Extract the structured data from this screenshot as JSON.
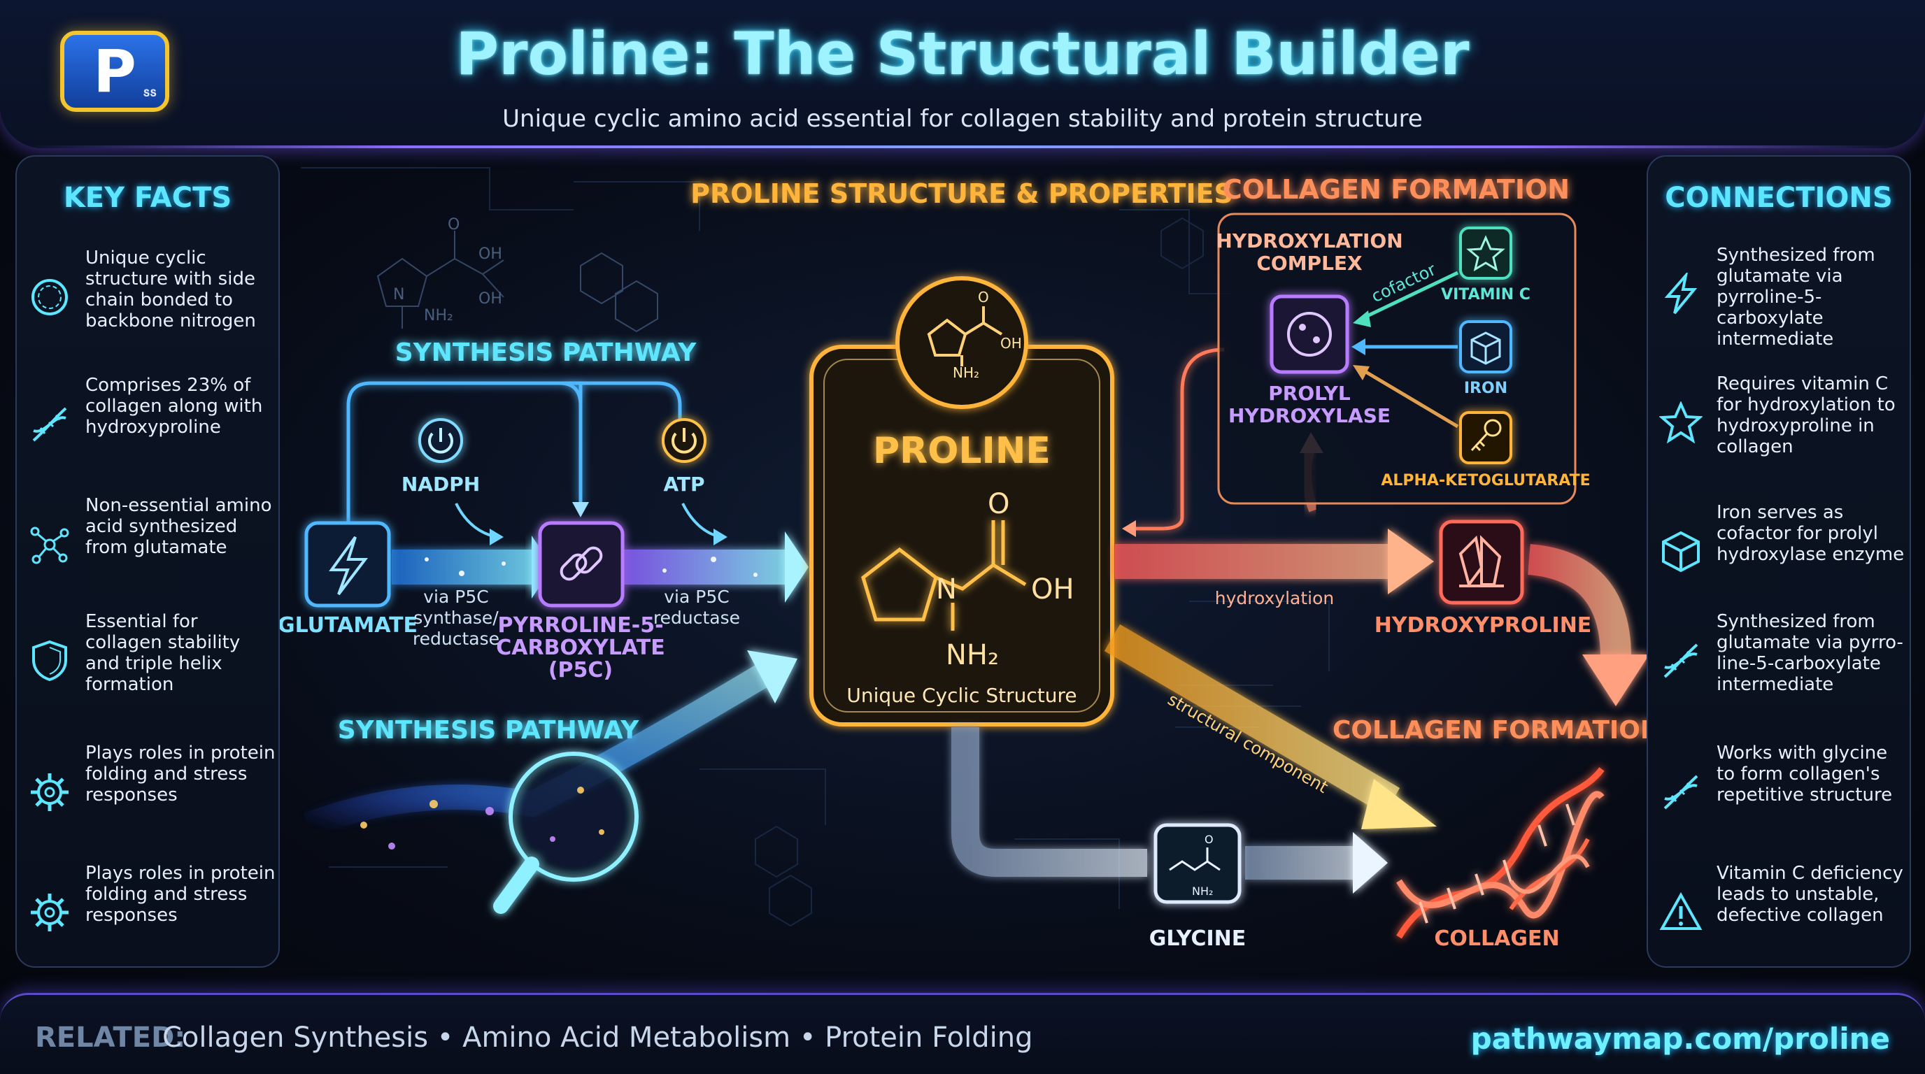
{
  "header": {
    "logo_letter": "P",
    "logo_small": "ՏՏ",
    "title": "Proline: The Structural Builder",
    "subtitle": "Unique cyclic amino acid essential for collagen stability and protein structure"
  },
  "key_facts": {
    "title": "KEY FACTS",
    "items": [
      {
        "icon": "ring-icon",
        "text": "Unique cyclic structure with side chain bonded to backbone nitrogen"
      },
      {
        "icon": "dna-icon",
        "text": "Comprises 23% of collagen along with hydroxyproline"
      },
      {
        "icon": "network-icon",
        "text": "Non-essential amino acid synthesized from glutamate"
      },
      {
        "icon": "shield-icon",
        "text": "Essential for collagen stability and triple helix formation"
      },
      {
        "icon": "gear-icon",
        "text": "Plays roles in protein folding and stress responses"
      },
      {
        "icon": "gear-icon",
        "text": "Plays roles in protein folding and stress responses"
      }
    ]
  },
  "connections": {
    "title": "CONNECTIONS",
    "items": [
      {
        "icon": "lightning-icon",
        "text": "Synthesized from glutamate via pyrroline-5-carboxylate intermediate"
      },
      {
        "icon": "star-icon",
        "text": "Requires vitamin C for hydroxylation to hydroxyproline in collagen"
      },
      {
        "icon": "cube-icon",
        "text": "Iron serves as cofactor for prolyl hydroxylase enzyme"
      },
      {
        "icon": "dna-icon",
        "text": "Synthesized from glutamate via pyrro-line-5-carboxylate intermediate"
      },
      {
        "icon": "dna-icon",
        "text": "Works with glycine to form collagen's repetitive structure"
      },
      {
        "icon": "warning-icon",
        "text": "Vitamin C deficiency leads to unstable, defective collagen"
      }
    ]
  },
  "diagram": {
    "structure_title": "PROLINE STRUCTURE & PROPERTIES",
    "synthesis_title_top": "SYNTHESIS PATHWAY",
    "synthesis_title_bottom": "SYNTHESIS PATHWAY",
    "collagen_title_top": "COLLAGEN FORMATION",
    "collagen_title_right": "COLLAGEN FORMATION",
    "glutamate": "GLUTAMATE",
    "nadph": "NADPH",
    "atp": "ATP",
    "step1_l1": "via P5C",
    "step1_l2": "synthase/",
    "step1_l3": "reductase",
    "p5c_l1": "PYRROLINE-5-",
    "p5c_l2": "CARBOXYLATE",
    "p5c_l3": "(P5C)",
    "step2_l1": "via P5C",
    "step2_l2": "reductase",
    "proline": "PROLINE",
    "proline_sub": "Unique Cyclic Structure",
    "hydroxylation": "hydroxylation",
    "hydroxyproline": "HYDROXYPROLINE",
    "structural": "structural component",
    "glycine": "GLYCINE",
    "collagen": "COLLAGEN",
    "complex_l1": "HYDROXYLATION",
    "complex_l2": "COMPLEX",
    "cofactor": "cofactor",
    "vitamin_c": "VITAMIN C",
    "iron": "IRON",
    "akg": "ALPHA-KETOGLUTARATE",
    "enzyme_l1": "PROLYL",
    "enzyme_l2": "HYDROXYLASE",
    "chem_o": "O",
    "chem_oh": "OH",
    "chem_n": "N",
    "chem_nh2": "NH₂"
  },
  "footer": {
    "related_label": "RELATED:",
    "related_items": "Collagen Synthesis • Amino Acid Metabolism • Protein Folding",
    "url": "pathwaymap.com/proline"
  },
  "colors": {
    "cyan": "#5fe6ff",
    "orange": "#ffb43a",
    "purple": "#b77bff",
    "coral": "#ff7a5a",
    "blue": "#4fb8ff"
  }
}
